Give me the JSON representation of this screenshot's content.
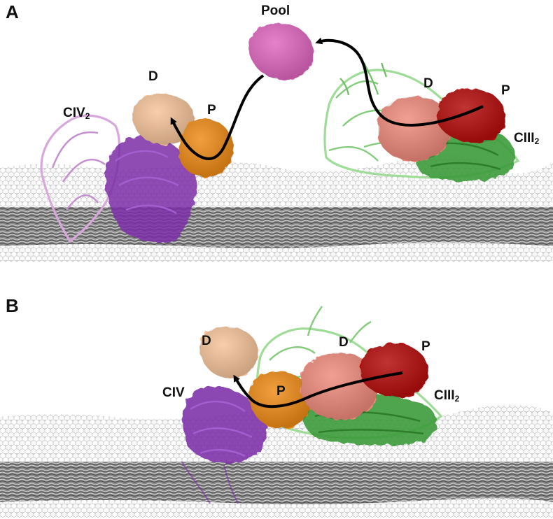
{
  "panel_a": {
    "letter": "A",
    "labels": {
      "pool": "Pool",
      "civ_d": "D",
      "civ_p": "P",
      "civ": "CIV",
      "civ_sub": "2",
      "ciii_d": "D",
      "ciii_p": "P",
      "ciii": "CIII",
      "ciii_sub": "2"
    }
  },
  "panel_b": {
    "letter": "B",
    "labels": {
      "civ_d": "D",
      "civ_p": "P",
      "civ": "CIV",
      "ciii_d": "D",
      "ciii_p": "P",
      "ciii": "CIII",
      "ciii_sub": "2"
    }
  },
  "colors": {
    "pool_protein": "#e066c0",
    "civ_distal": "#f6c49a",
    "civ_proximal": "#ee8a12",
    "ciii_distal": "#ef8a7c",
    "ciii_proximal": "#b3110c",
    "civ_purple": "#7b2ea8",
    "civ_light": "#d8a8dc",
    "ciii_green": "#3d9b3a",
    "ciii_light_green": "#9edc98",
    "membrane_head": "#f2f2f2",
    "membrane_tail": "#6f6f6f",
    "arrow": "#000000"
  }
}
